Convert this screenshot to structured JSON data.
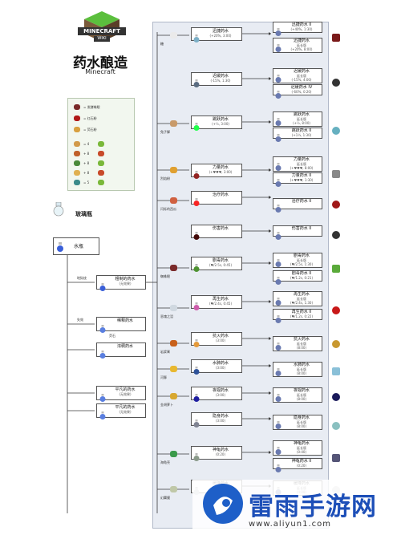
{
  "header": {
    "logo_text": "MINECRAFT",
    "logo_sub": "WIKI",
    "title": "药水酿造",
    "subtitle": "Minecraft"
  },
  "legend": {
    "items": [
      {
        "label": "= 发酵蛛眼",
        "color": "#7a2a2a"
      },
      {
        "label": "= 红石粉",
        "color": "#b01818"
      },
      {
        "label": "= 荧石粉",
        "color": "#d8a040"
      }
    ],
    "equations": [
      {
        "label": "= 4",
        "color": "#d29a4a"
      },
      {
        "label": "+ 8",
        "color": "#c0602a"
      },
      {
        "label": "+ 8",
        "color": "#4a8a3a"
      },
      {
        "label": "+ 8",
        "color": "#e0b050"
      },
      {
        "label": "= 5",
        "color": "#3a8a8a"
      }
    ]
  },
  "start": {
    "glass_bottle": "玻璃瓶",
    "water_bottle": "水瓶"
  },
  "left_branches": [
    {
      "label": "地狱疣",
      "result": "粗制的药水",
      "result_sub": "(无效果)"
    },
    {
      "label": "失效",
      "result": "稀释药水",
      "extra": "荧石"
    },
    {
      "label": "",
      "result": "浓稠药水"
    },
    {
      "label": "",
      "result": "平凡的药水",
      "result_sub": "(无效果)"
    },
    {
      "label": "",
      "result": "平凡的药水",
      "result_sub": "(无效果)"
    }
  ],
  "ingredients": [
    {
      "name": "糖"
    },
    {
      "name": "兔子脚"
    },
    {
      "name": "烈焰粉"
    },
    {
      "name": "闪烁的西瓜"
    },
    {
      "name": "蜘蛛眼"
    },
    {
      "name": "恶魂之泪"
    },
    {
      "name": "岩浆膏"
    },
    {
      "name": "河豚"
    },
    {
      "name": "金胡萝卜"
    },
    {
      "name": "海龟壳"
    },
    {
      "name": "幻翼膜"
    }
  ],
  "potions": [
    {
      "name": "迅捷药水",
      "sub": "(+20%, 3:00)"
    },
    {
      "name": "迟缓药水",
      "sub": "(-15%, 1:30)"
    },
    {
      "name": "跳跃药水",
      "sub": "(+½, 3:00)"
    },
    {
      "name": "力量药水",
      "sub": "(+♥♥♥, 3:00)"
    },
    {
      "name": "治疗药水",
      "sub": ""
    },
    {
      "name": "伤害药水",
      "sub": ""
    },
    {
      "name": "剧毒药水",
      "sub": "(♥/2.5s, 0:45)"
    },
    {
      "name": "再生药水",
      "sub": "(♥/2.4s, 0:45)"
    },
    {
      "name": "抗火药水",
      "sub": "(3:00)"
    },
    {
      "name": "水肺药水",
      "sub": "(3:00)"
    },
    {
      "name": "夜视药水",
      "sub": "(3:00)"
    },
    {
      "name": "隐身药水",
      "sub": "(3:00)"
    },
    {
      "name": "神龟药水",
      "sub": "(0:20)"
    },
    {
      "name": "缓降药水",
      "sub": "(1:30)"
    }
  ],
  "results": [
    {
      "line1": "迅捷药水 II",
      "line2": "(+40%, 1:30)"
    },
    {
      "line1": "迅捷药水",
      "line2": "延长版",
      "line3": "(+20%, 8:00)"
    },
    {
      "line1": "迟缓药水",
      "line2": "延长版",
      "line3": "(-15%, 4:00)"
    },
    {
      "line1": "迟缓药水 IV",
      "line2": "(-60%, 0:20)"
    },
    {
      "line1": "跳跃药水",
      "line2": "延长版",
      "line3": "(+½, 8:00)"
    },
    {
      "line1": "跳跃药水 II",
      "line2": "(+1¼, 1:30)"
    },
    {
      "line1": "力量药水",
      "line2": "延长版",
      "line3": "(+♥♥♥, 8:00)"
    },
    {
      "line1": "力量药水 II",
      "line2": "(+♥♥♥, 1:30)"
    },
    {
      "line1": "治疗药水 II",
      "line2": ""
    },
    {
      "line1": "伤害药水 II",
      "line2": ""
    },
    {
      "line1": "剧毒药水",
      "line2": "延长版",
      "line3": "(♥/2.5s, 1:30)"
    },
    {
      "line1": "剧毒药水 II",
      "line2": "(♥/1.2s, 0:21)"
    },
    {
      "line1": "再生药水",
      "line2": "延长版",
      "line3": "(♥/2.4s, 1:30)"
    },
    {
      "line1": "再生药水 II",
      "line2": "(♥/1.2s, 0:22)"
    },
    {
      "line1": "抗火药水",
      "line2": "延长版",
      "line3": "(8:00)"
    },
    {
      "line1": "水肺药水",
      "line2": "延长版",
      "line3": "(8:00)"
    },
    {
      "line1": "夜视药水",
      "line2": "延长版",
      "line3": "(8:00)"
    },
    {
      "line1": "隐身药水",
      "line2": "延长版",
      "line3": "(8:00)"
    },
    {
      "line1": "神龟药水",
      "line2": "延长版",
      "line3": "(0:40)"
    },
    {
      "line1": "神龟药水 II",
      "line2": "(0:20)"
    },
    {
      "line1": "缓降药水",
      "line2": "延长版",
      "line3": "(4:00)"
    }
  ],
  "watermark": {
    "brand": "雷雨手游网",
    "url": "www.aliyun1.com"
  },
  "colors": {
    "panel_bg": "#e8ecf3",
    "line": "#3a3a3a",
    "water": "#3a5fd8",
    "logo_green": "#4caf3a"
  }
}
